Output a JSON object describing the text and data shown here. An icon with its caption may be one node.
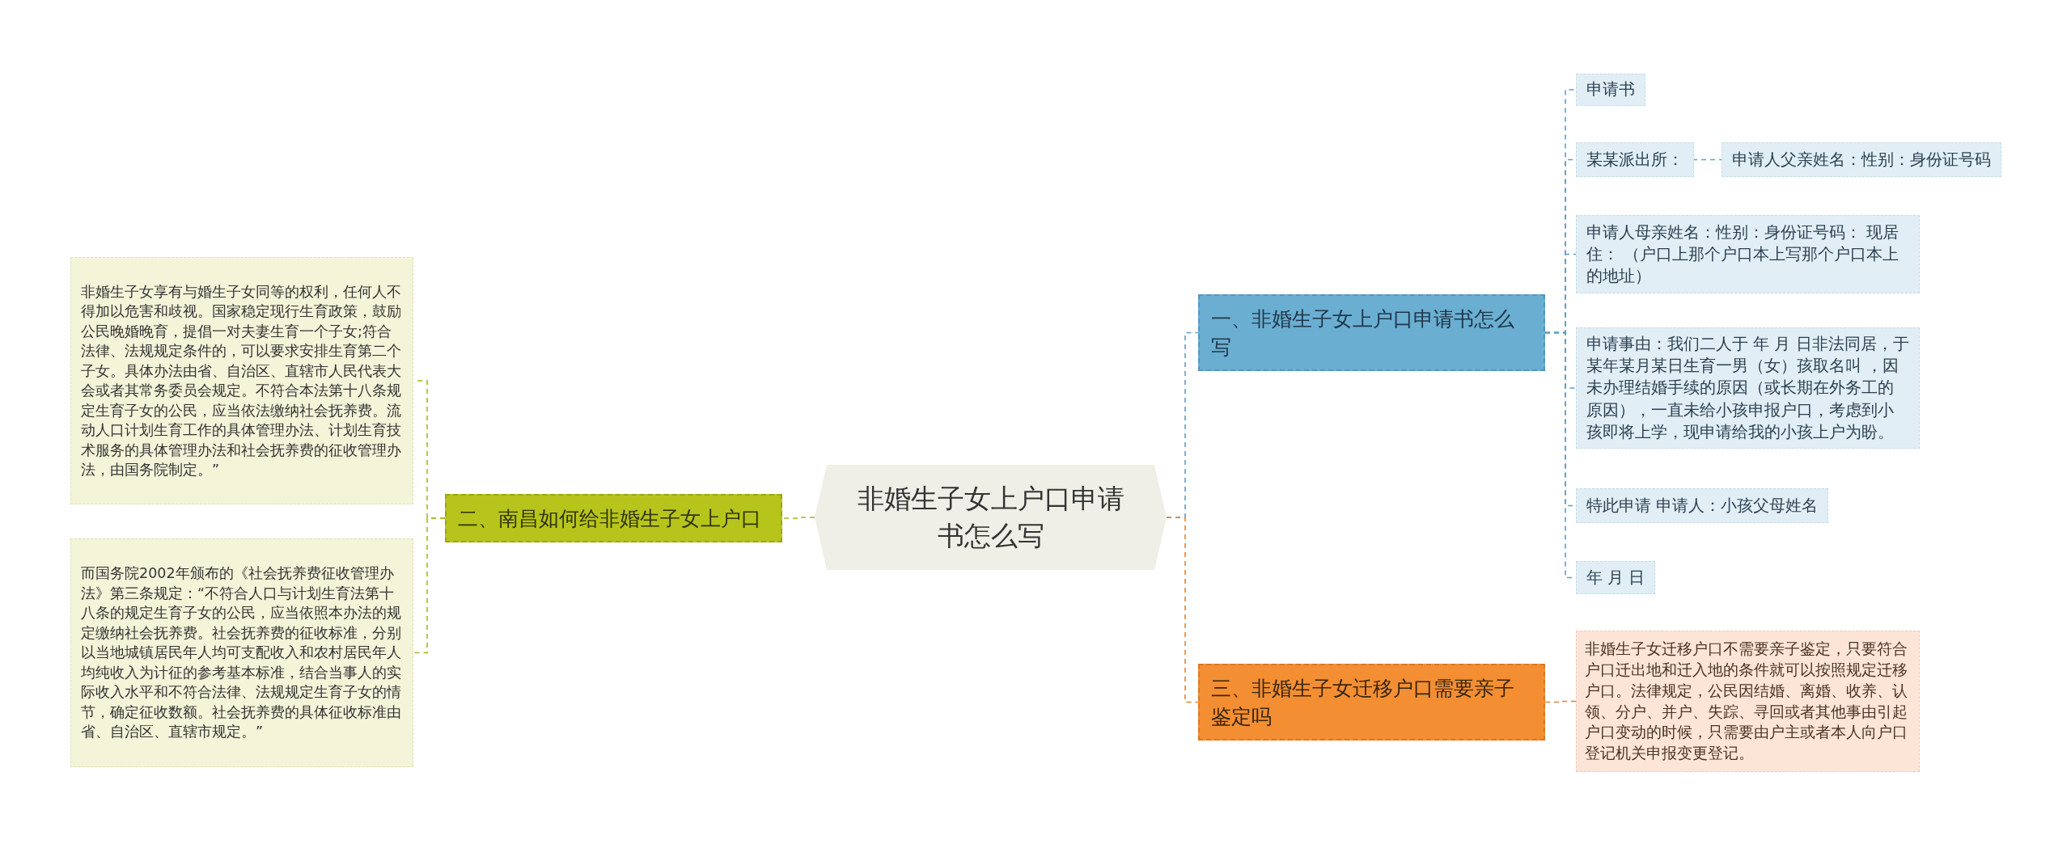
{
  "diagram": {
    "nodes": [
      {
        "text": [
          "非婚生子女上户口申请书怎么写"
        ]
      },
      {
        "text": [
          "一、非婚生子女上户口申请书怎么写"
        ]
      },
      {
        "text": [
          "申请书"
        ]
      },
      {
        "text": [
          "某某派出所："
        ]
      },
      {
        "text": [
          "申请人父亲姓名：性别：身份证号码"
        ]
      },
      {
        "text": [
          "申请人母亲姓名：性别：身份证号码： 现居住： （户口上那个户口本上写那个户口本上的地址）"
        ]
      },
      {
        "text": [
          "申请事由：我们二人于 年 月 日非法同居，于某年某月某日生育一男（女）孩取名叫 ，因未办理结婚手续的原因（或长期在外务工的原因），一直未给小孩申报户口，考虑到小孩即将上学，现申请给我的小孩上户为盼。"
        ]
      },
      {
        "text": [
          "特此申请 申请人：小孩父母姓名"
        ]
      },
      {
        "text": [
          "年 月 日"
        ]
      },
      {
        "text": [
          "三、非婚生子女迁移户口需要亲子鉴定吗"
        ]
      },
      {
        "text": [
          "非婚生子女迁移户口不需要亲子鉴定，只要符合户口迁出地和迁入地的条件就可以按照规定迁移户口。法律规定，公民因结婚、离婚、收养、认领、分户、并户、失踪、寻回或者其他事由引起户口变动的时候，只需要由户主或者本人向户口登记机关申报变更登记。"
        ]
      },
      {
        "text": [
          "二、南昌如何给非婚生子女上户口"
        ]
      },
      {
        "text": [
          "非婚生子女享有与婚生子女同等的权利，任何人不得加以危害和歧视。国家稳定现行生育政策，鼓励公民晚婚晚育，提倡一对夫妻生育一个子女;符合法律、法规规定条件的，可以要求安排生育第二个子女。具体办法由省、自治区、直辖市人民代表大会或者其常务委员会规定。不符合本法第十八条规定生育子女的公民，应当依法缴纳社会抚养费。流动人口计划生育工作的具体管理办法、计划生育技术服务的具体管理办法和社会抚养费的征收管理办法，由国务院制定。”"
        ]
      },
      {
        "text": [
          "而国务院2002年颁布的《社会抚养费征收管理办法》第三条规定：“不符合人口与计划生育法第十八条的规定生育子女的公民，应当依照本办法的规定缴纳社会抚养费。社会抚养费的征收标准，分别以当地城镇居民年人均可支配收入和农村居民年人均纯收入为计征的参考基本标准，结合当事人的实际收入水平和不符合法律、法规规定生育子女的情节，确定征收数额。社会抚养费的具体征收标准由省、自治区、直辖市规定。”"
        ]
      }
    ],
    "edges": [
      {
        "from": 0,
        "to": 1,
        "arrow": "none",
        "style": "dashed"
      },
      {
        "from": 1,
        "to": 2,
        "arrow": "none",
        "style": "dashed"
      },
      {
        "from": 1,
        "to": 3,
        "arrow": "none",
        "style": "dashed"
      },
      {
        "from": 3,
        "to": 4,
        "arrow": "none",
        "style": "dashed",
        "color": "#5aa8b8"
      },
      {
        "from": 1,
        "to": 5,
        "arrow": "none",
        "style": "dashed"
      },
      {
        "from": 1,
        "to": 6,
        "arrow": "none",
        "style": "dashed"
      },
      {
        "from": 1,
        "to": 7,
        "arrow": "none",
        "style": "dashed"
      },
      {
        "from": 1,
        "to": 8,
        "arrow": "none",
        "style": "dashed"
      },
      {
        "from": 0,
        "to": 9,
        "arrow": "none",
        "style": "dashed",
        "color": "#e8832a"
      },
      {
        "from": 9,
        "to": 10,
        "arrow": "none",
        "style": "dashed",
        "color": "#e8832a"
      },
      {
        "from": 0,
        "to": 11,
        "arrow": "none",
        "style": "dashed",
        "color": "#a8b820"
      },
      {
        "from": 11,
        "to": 12,
        "arrow": "none",
        "style": "dashed",
        "color": "#a8b820"
      },
      {
        "from": 11,
        "to": 13,
        "arrow": "none",
        "style": "dashed",
        "color": "#a8b820"
      }
    ]
  }
}
